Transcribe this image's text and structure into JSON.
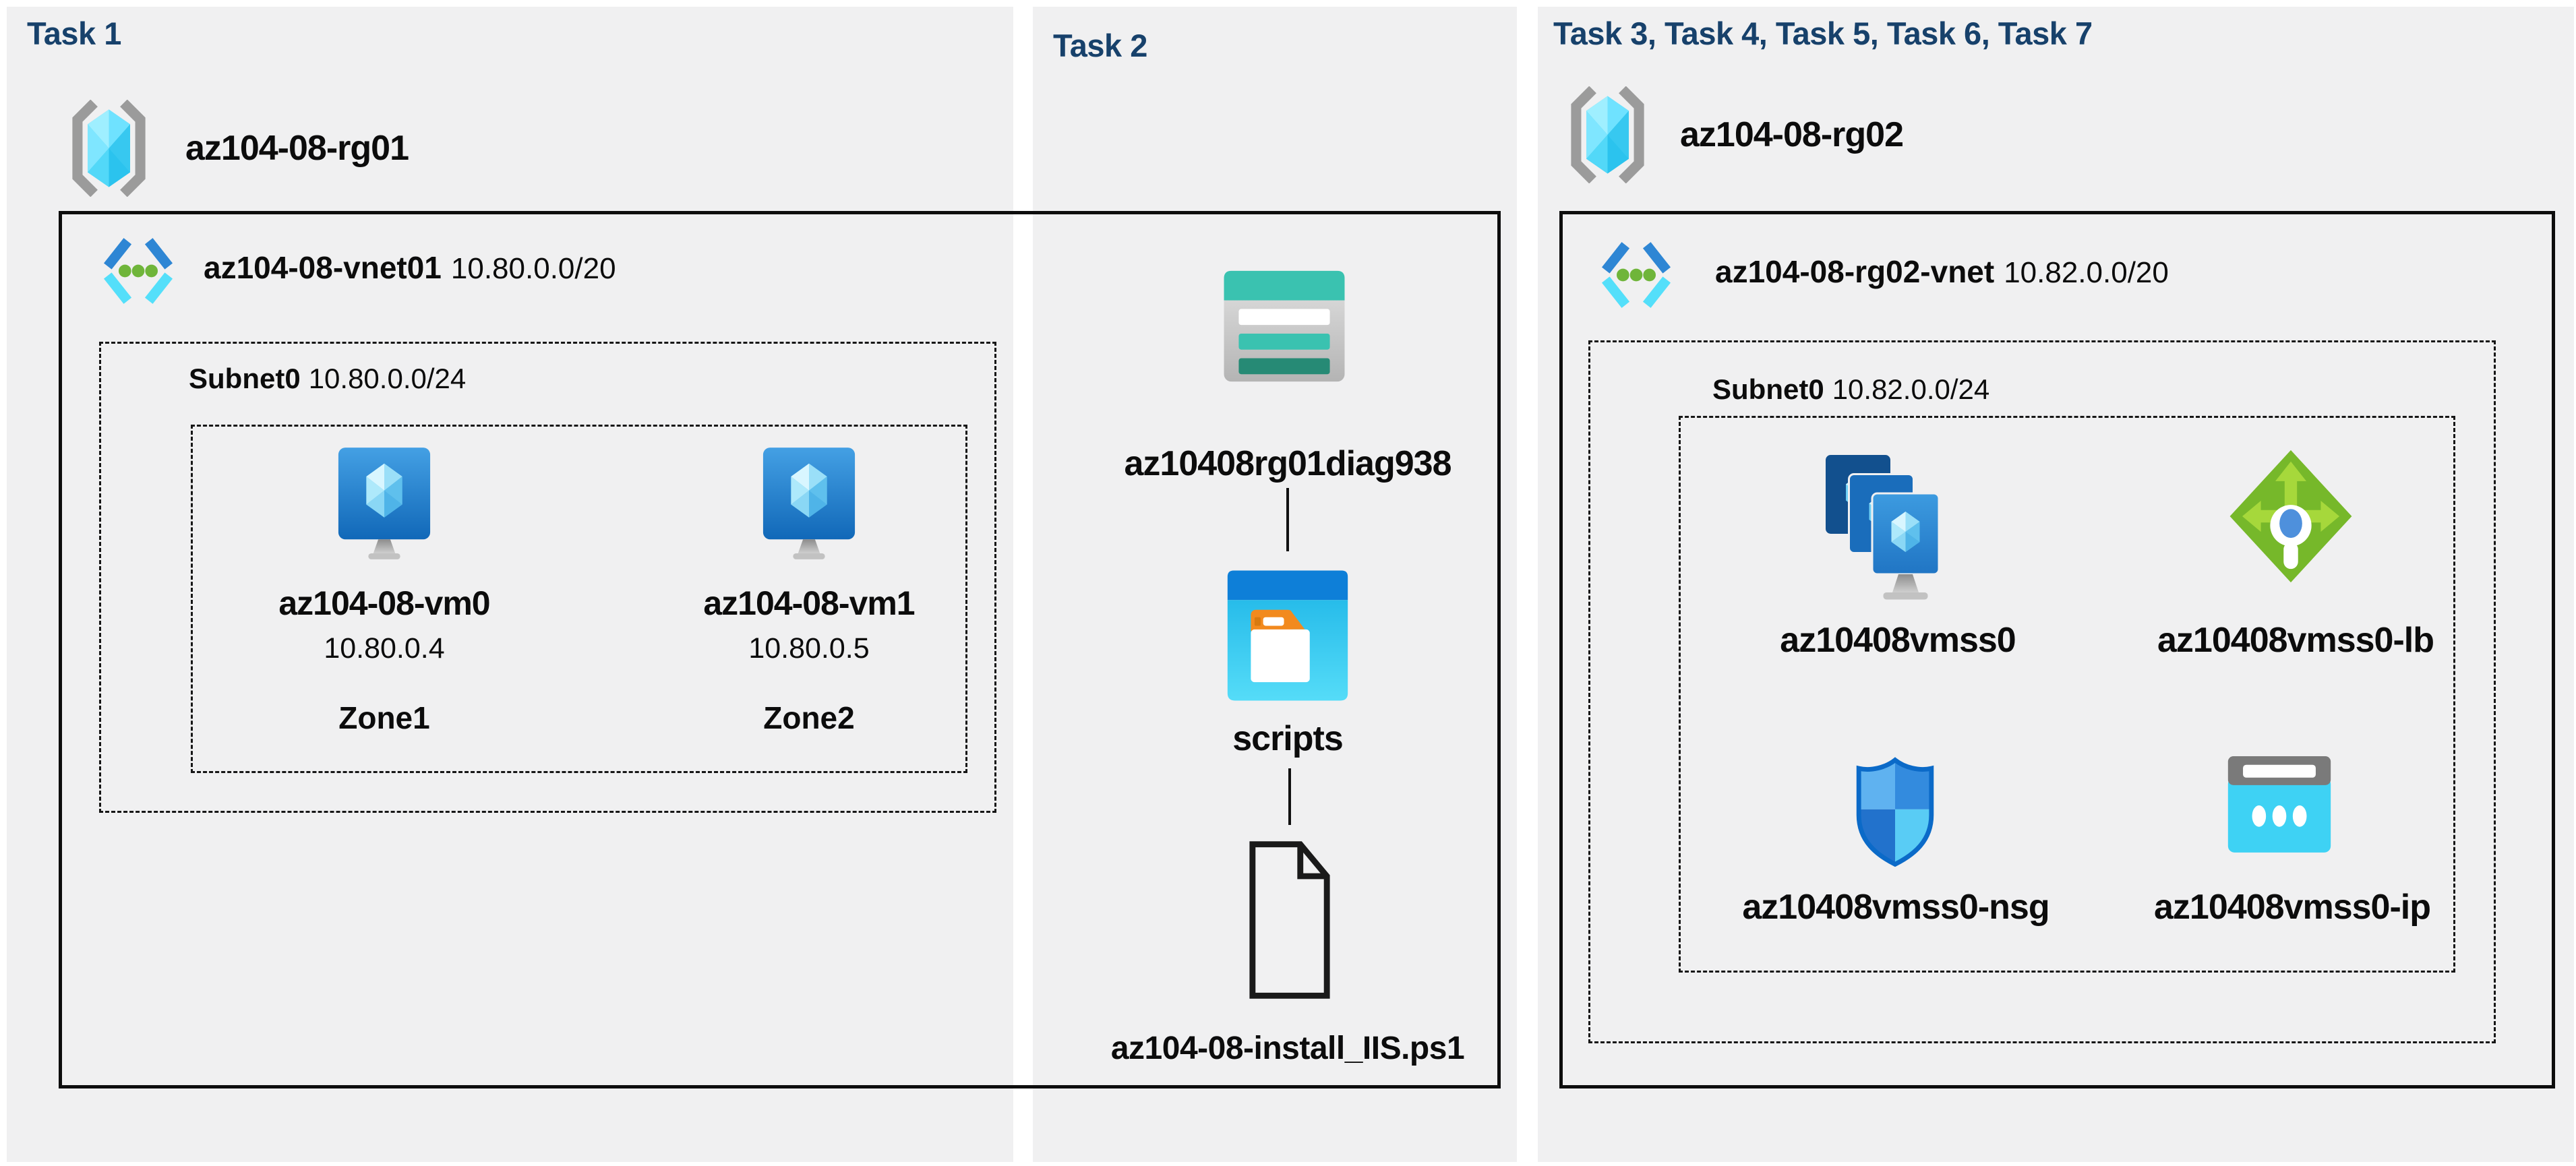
{
  "task1": {
    "title": "Task 1",
    "resource_group": "az104-08-rg01",
    "vnet_name": "az104-08-vnet01",
    "vnet_cidr": "10.80.0.0/20",
    "subnet_name": "Subnet0",
    "subnet_cidr": "10.80.0.0/24",
    "vm0": {
      "name": "az104-08-vm0",
      "ip": "10.80.0.4",
      "zone": "Zone1"
    },
    "vm1": {
      "name": "az104-08-vm1",
      "ip": "10.80.0.5",
      "zone": "Zone2"
    }
  },
  "task2": {
    "title": "Task 2",
    "storage_account": "az10408rg01diag938",
    "container": "scripts",
    "file": "az104-08-install_IIS.ps1"
  },
  "task3": {
    "title": "Task 3, Task 4, Task 5, Task 6, Task 7",
    "resource_group": "az104-08-rg02",
    "vnet_name": "az104-08-rg02-vnet",
    "vnet_cidr": "10.82.0.0/20",
    "subnet_name": "Subnet0",
    "subnet_cidr": "10.82.0.0/24",
    "vmss": "az10408vmss0",
    "load_balancer": "az10408vmss0-lb",
    "nsg": "az10408vmss0-nsg",
    "public_ip": "az10408vmss0-ip"
  },
  "icons": {
    "resource_group": "azure-resource-group-icon",
    "virtual_network": "azure-vnet-icon",
    "virtual_machine": "azure-vm-icon",
    "storage_account": "azure-storage-account-icon",
    "blob_container": "azure-container-folder-icon",
    "script_file": "file-document-icon",
    "vm_scale_set": "azure-vmss-icon",
    "load_balancer": "azure-load-balancer-icon",
    "network_security_group": "azure-nsg-shield-icon",
    "public_ip": "azure-public-ip-icon"
  },
  "colors": {
    "panel_bg": "#F0F0F1",
    "title_navy": "#17416B",
    "text": "#0C0C0C",
    "line": "#111111",
    "vnet_blue": "#2E86D4",
    "vnet_cyan": "#54DFFA",
    "dot_green": "#6FB53A",
    "vm_blue_top": "#44A0E4",
    "vm_blue_bottom": "#1168B8",
    "gem_cyan": "#7FE6FF",
    "storage_teal": "#3AC2B0",
    "storage_teal_dark": "#268A75",
    "folder_orange": "#F28A1E",
    "scripts_bar_blue": "#0E7FD8",
    "scripts_body_cyan": "#3ACBF1",
    "lb_green": "#76B82A",
    "lb_green_light": "#A6D83B",
    "lb_center_blue": "#4E90DC",
    "nsg_border_blue": "#0B6AC8",
    "ip_gray": "#7A7A7A",
    "ip_cyan": "#3ED2F4",
    "stand_gray": "#A9A9A9"
  }
}
